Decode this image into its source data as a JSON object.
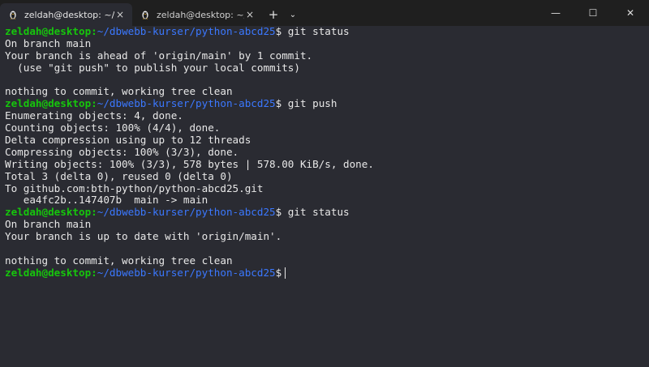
{
  "tabs": [
    {
      "title": "zeldah@desktop: ~/dbwebb-k",
      "close": "×"
    },
    {
      "title": "zeldah@desktop: ~/git/dbwebb",
      "close": "×"
    }
  ],
  "newtab": "+",
  "dropdown": "⌄",
  "window_controls": {
    "minimize": "—",
    "maximize": "☐",
    "close": "✕"
  },
  "prompt": {
    "user": "zeldah@desktop",
    "sep": ":",
    "path": "~/dbwebb-kurser/python-abcd25",
    "symbol": "$"
  },
  "lines": [
    {
      "cmd": " git status"
    },
    {
      "text": "On branch main"
    },
    {
      "text": "Your branch is ahead of 'origin/main' by 1 commit."
    },
    {
      "text": "  (use \"git push\" to publish your local commits)"
    },
    {
      "text": ""
    },
    {
      "text": "nothing to commit, working tree clean"
    },
    {
      "cmd": " git push"
    },
    {
      "text": "Enumerating objects: 4, done."
    },
    {
      "text": "Counting objects: 100% (4/4), done."
    },
    {
      "text": "Delta compression using up to 12 threads"
    },
    {
      "text": "Compressing objects: 100% (3/3), done."
    },
    {
      "text": "Writing objects: 100% (3/3), 578 bytes | 578.00 KiB/s, done."
    },
    {
      "text": "Total 3 (delta 0), reused 0 (delta 0)"
    },
    {
      "text": "To github.com:bth-python/python-abcd25.git"
    },
    {
      "text": "   ea4fc2b..147407b  main -> main"
    },
    {
      "cmd": " git status"
    },
    {
      "text": "On branch main"
    },
    {
      "text": "Your branch is up to date with 'origin/main'."
    },
    {
      "text": ""
    },
    {
      "text": "nothing to commit, working tree clean"
    },
    {
      "cmd": ""
    }
  ]
}
